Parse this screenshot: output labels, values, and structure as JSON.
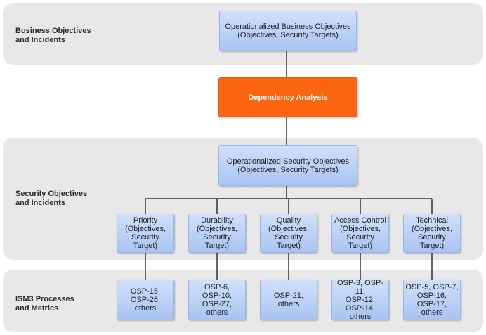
{
  "bands": {
    "business_label": "Business Objectives\nand Incidents",
    "security_label": "Security Objectives\nand Incidents",
    "ism3_label": "ISM3 Processes\nand Metrics"
  },
  "nodes": {
    "business_objectives": "Operationalized Business Objectives\n(Objectives, Security Targets)",
    "dependency_analysis": "Dependency Analysis",
    "security_objectives": "Operationalized Security Objectives\n(Objectives, Security Targets)"
  },
  "categories": [
    {
      "label": "Priority\n(Objectives,\nSecurity\nTarget)",
      "processes": "OSP-15,\nOSP-26,\nothers"
    },
    {
      "label": "Durability\n(Objectives,\nSecurity\nTarget)",
      "processes": "OSP-6,\nOSP-10,\nOSP-27,\nothers"
    },
    {
      "label": "Quality\n(Objectives,\nSecurity\nTarget)",
      "processes": "OSP-21,\nothers"
    },
    {
      "label": "Access Control\n(Objectives,\nSecurity\nTarget)",
      "processes": "OSP-3, OSP-11,\nOSP-12,\nOSP-14,\nothers"
    },
    {
      "label": "Technical\n(Objectives,\nSecurity Target)",
      "processes": "OSP-5, OSP-7,\nOSP-16,\nOSP-17,\nothers"
    }
  ],
  "colors": {
    "band_background": "#e8e8e8",
    "box_fill": "#bcd2f7",
    "highlight_box": "#fb6510",
    "connector": "#333333"
  }
}
